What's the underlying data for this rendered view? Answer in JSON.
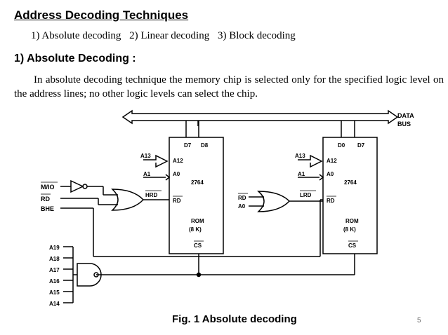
{
  "heading": "Address Decoding Techniques",
  "techniques": [
    "1) Absolute decoding",
    "2) Linear decoding",
    "3) Block decoding"
  ],
  "section_title": "1) Absolute Decoding :",
  "paragraph": "In absolute decoding technique the memory chip is selected only for the specified logic level on the address lines; no other logic levels can select the chip.",
  "diagram": {
    "bus_label_1": "DATA",
    "bus_label_2": "BUS",
    "left_inputs": [
      "M/IO",
      "RD",
      "BHE"
    ],
    "chip1": {
      "d_hi": "D7",
      "d_lo": "D8",
      "a12": "A12",
      "a0": "A0",
      "part": "2764",
      "rd": "RD",
      "type": "ROM",
      "size": "(8 K)",
      "cs": "CS"
    },
    "chip2": {
      "d_lo": "D0",
      "d_hi": "D7",
      "a12": "A12",
      "a0": "A0",
      "part": "2764",
      "rd": "RD",
      "type": "ROM",
      "size": "(8 K)",
      "cs": "CS"
    },
    "addr_in_1": [
      "A13",
      "A1"
    ],
    "addr_in_2": [
      "A13",
      "A1"
    ],
    "hrd": "HRD",
    "lrd": "LRD",
    "mid_inputs": [
      "RD",
      "A0"
    ],
    "and_inputs": [
      "A19",
      "A18",
      "A17",
      "A16",
      "A15",
      "A14"
    ]
  },
  "caption_num": "Fig. 1",
  "caption_text": "Absolute decoding",
  "page_number": "5"
}
